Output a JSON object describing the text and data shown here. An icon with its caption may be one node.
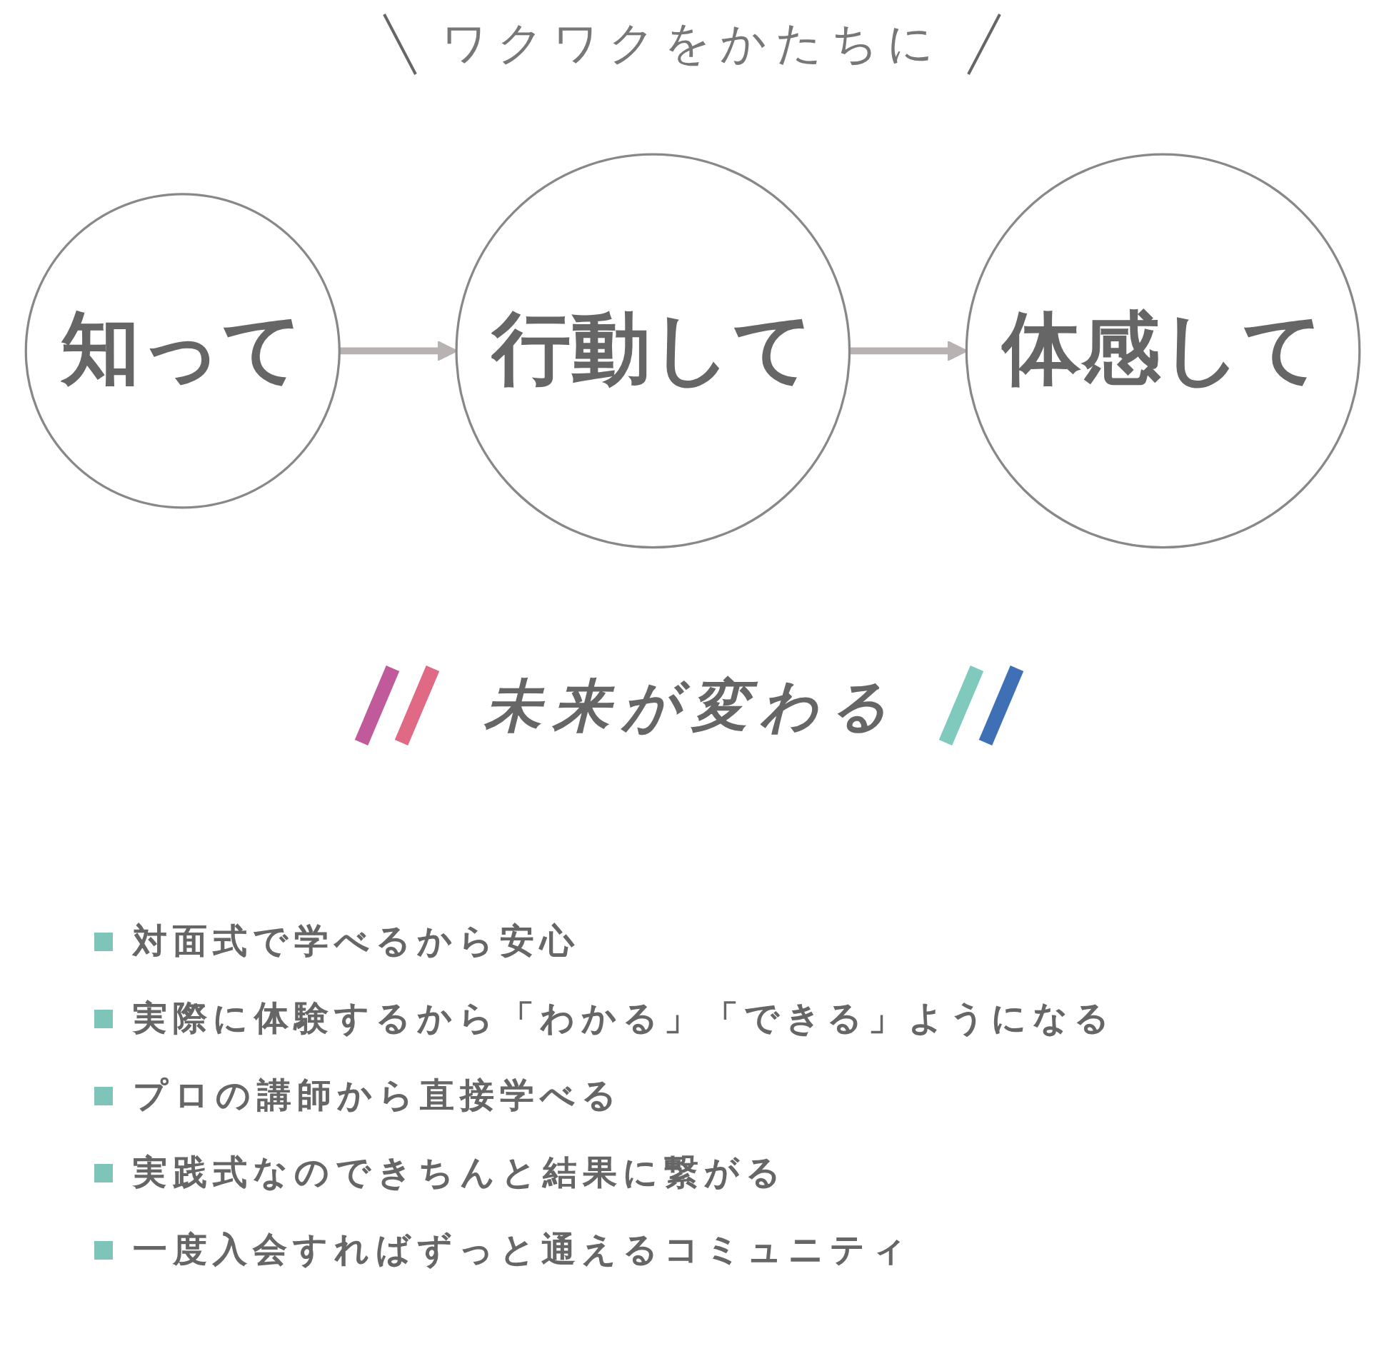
{
  "diagram": {
    "title": "ワクワクをかたちに",
    "nodes": [
      {
        "text": [
          "知って"
        ]
      },
      {
        "text": [
          "行動して"
        ]
      },
      {
        "text": [
          "体感して"
        ]
      }
    ],
    "edges": [
      {
        "from": 0,
        "to": 1,
        "arrow": "to"
      },
      {
        "from": 1,
        "to": 2,
        "arrow": "to"
      }
    ],
    "labels": [
      "未来が変わる",
      "対面式で学べるから安心",
      "実際に体験するから「わかる」「できる」ようになる",
      "プロの講師から直接学べる",
      "実践式なのできちんと結果に繋がる",
      "一度入会すればずっと通えるコミュニティ"
    ]
  }
}
